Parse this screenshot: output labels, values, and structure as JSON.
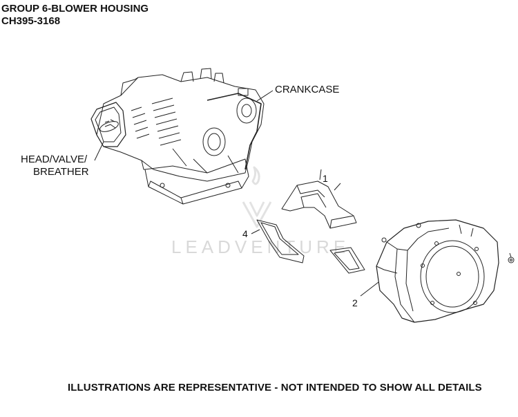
{
  "header": {
    "title": "GROUP 6-BLOWER HOUSING",
    "subtitle": "CH395-3168"
  },
  "callouts": {
    "crankcase": "CRANKCASE",
    "head_valve_line1": "HEAD/VALVE/",
    "head_valve_line2": "BREATHER"
  },
  "part_numbers": [
    "1",
    "2",
    "4"
  ],
  "watermark": "LEADVENTURE",
  "footer": "ILLUSTRATIONS ARE REPRESENTATIVE - NOT INTENDED TO SHOW ALL DETAILS"
}
